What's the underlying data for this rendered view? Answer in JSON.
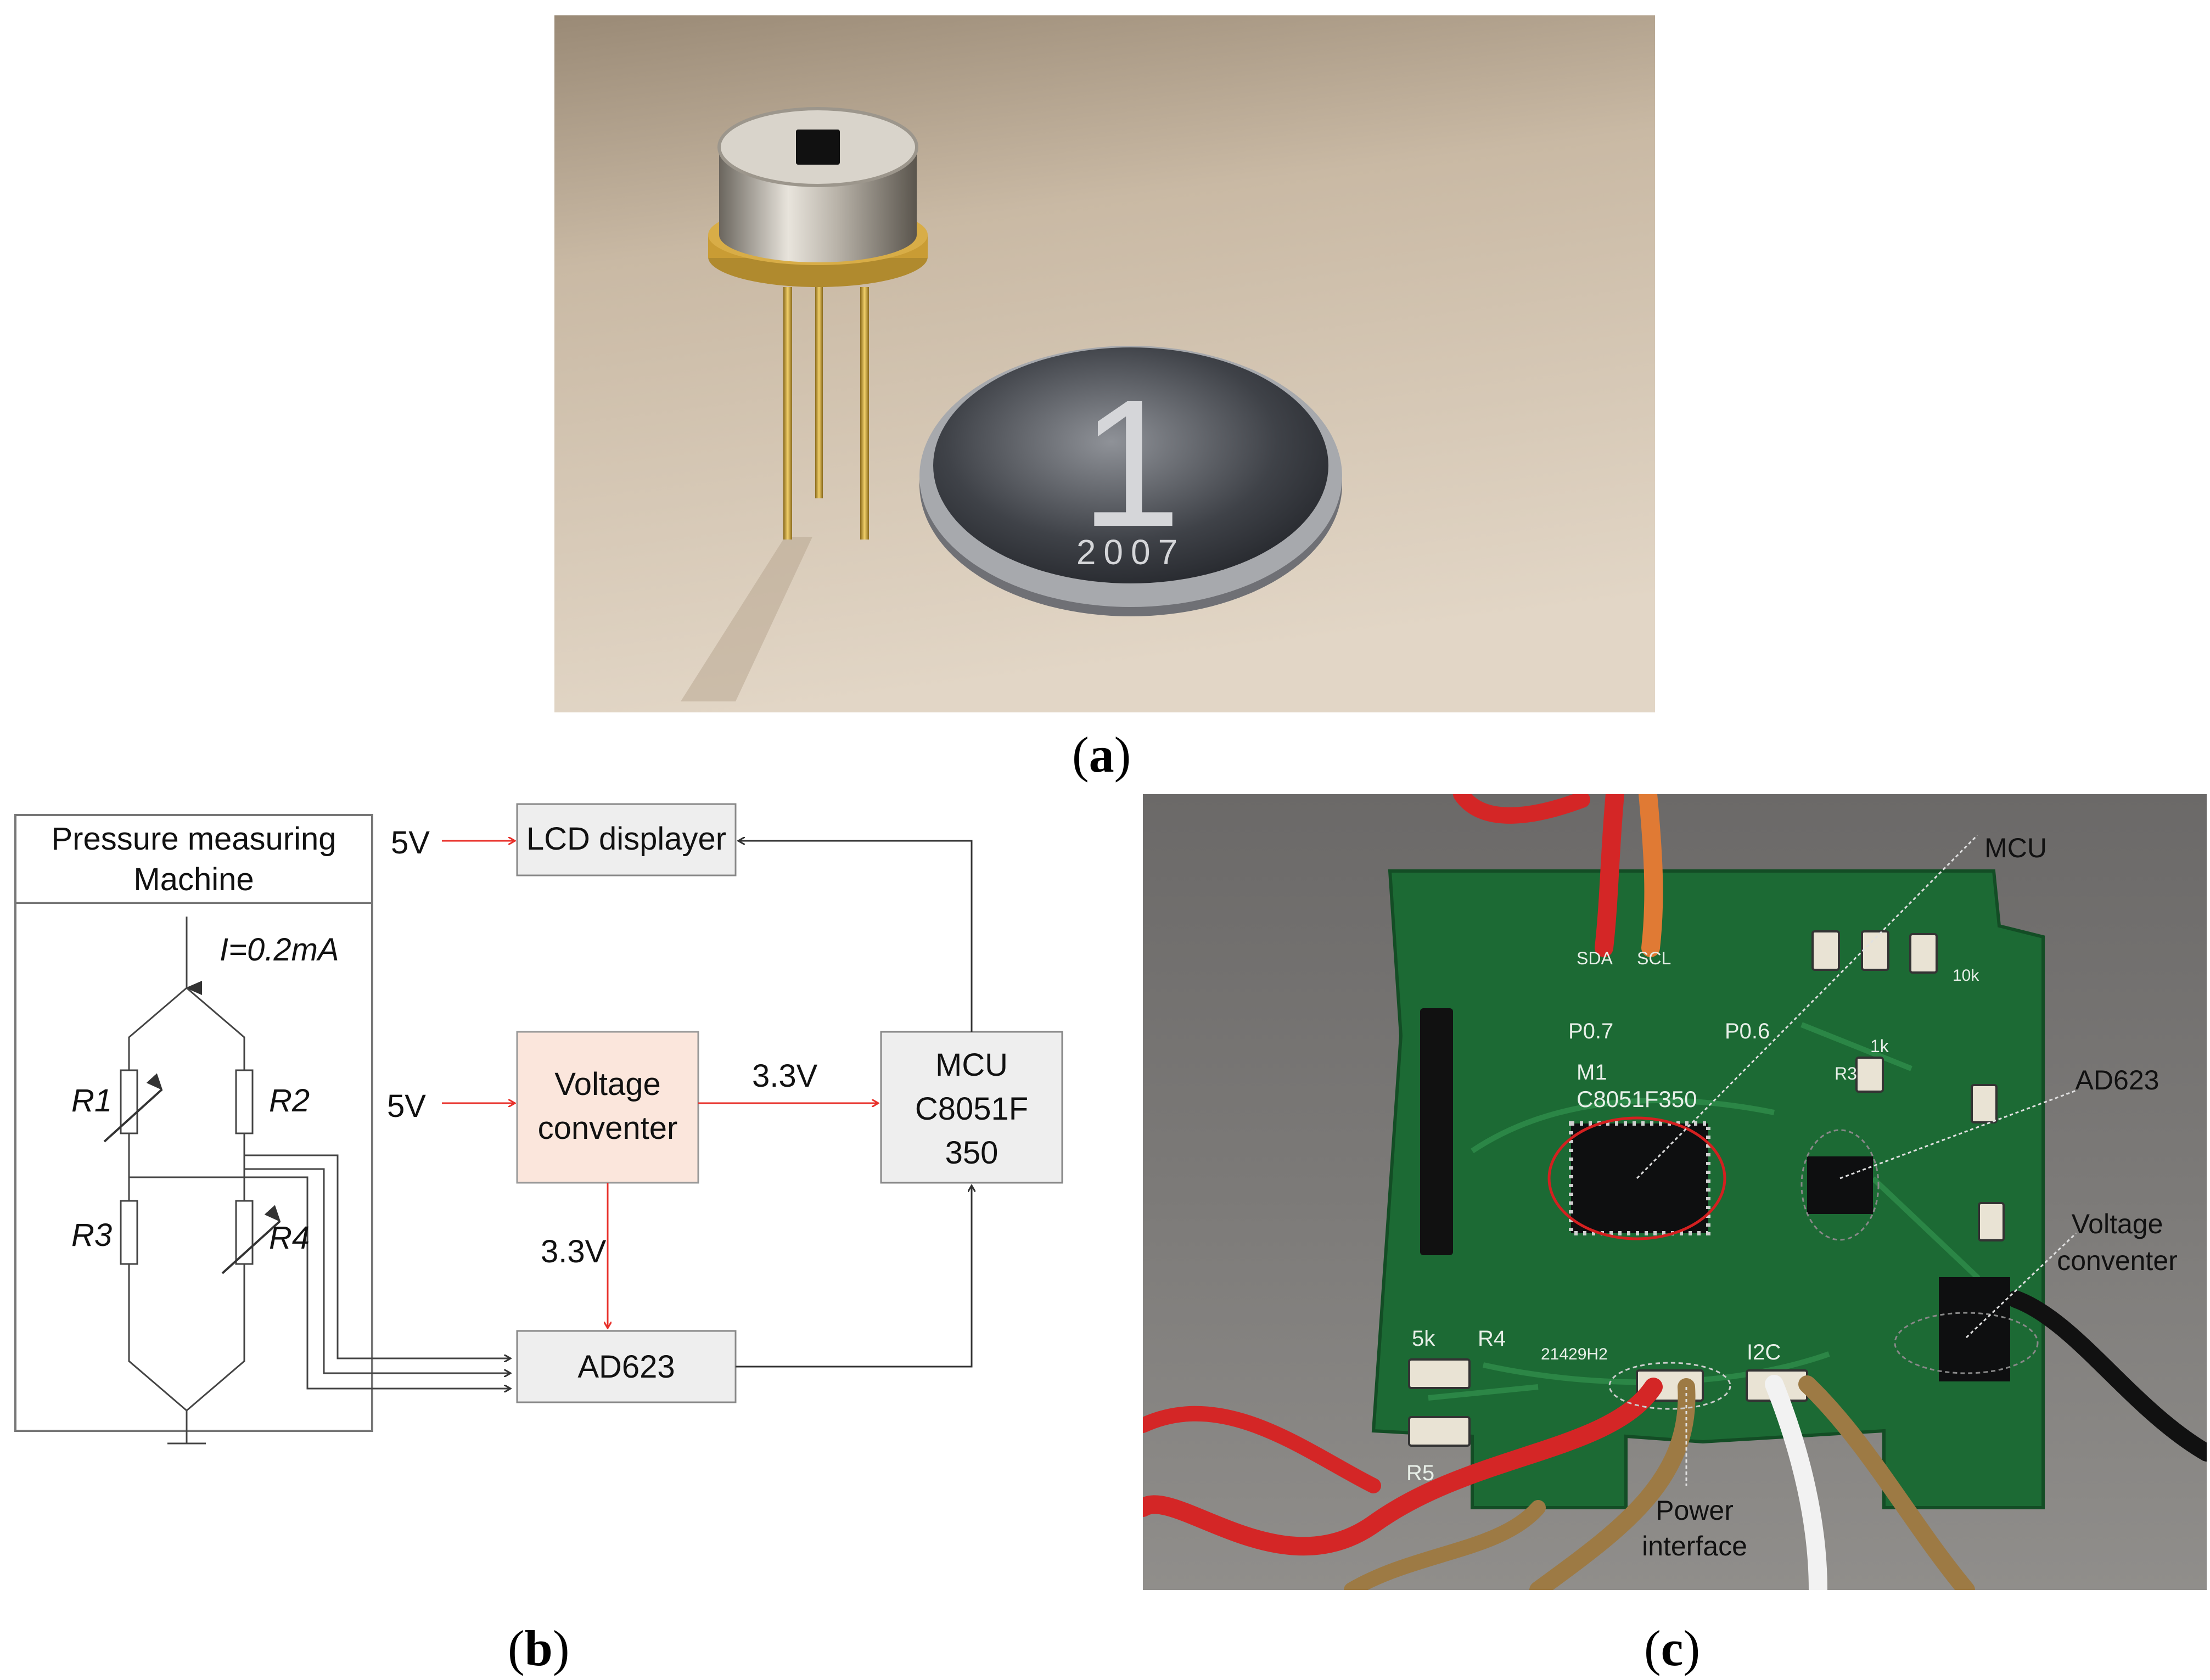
{
  "panels": {
    "a": {
      "label": "a"
    },
    "b": {
      "label": "b"
    },
    "c": {
      "label": "c"
    }
  },
  "photo_a": {
    "coin_numeral": "1",
    "coin_year": "2007"
  },
  "diagram_b": {
    "machine_title_line1": "Pressure measuring",
    "machine_title_line2": "Machine",
    "current_label": "I=0.2mA",
    "resistors": [
      "R1",
      "R2",
      "R3",
      "R4"
    ],
    "lcd_label": "LCD displayer",
    "voltage_conv_line1": "Voltage",
    "voltage_conv_line2": "conventer",
    "mcu_line1": "MCU",
    "mcu_line2": "C8051F",
    "mcu_line3": "350",
    "ad623_label": "AD623",
    "v5_lcd": "5V",
    "v5_conv": "5V",
    "v33_mcu": "3.3V",
    "v33_ad": "3.3V",
    "colors": {
      "power_line": "#e8302a",
      "signal_line": "#333333",
      "conv_fill": "#fbe6dc",
      "box_fill": "#eeeeee"
    }
  },
  "photo_c": {
    "callout_mcu": "MCU",
    "callout_ad623": "AD623",
    "callout_vc_line1": "Voltage",
    "callout_vc_line2": "conventer",
    "callout_power_line1": "Power",
    "callout_power_line2": "interface",
    "silk_chip": "C8051F350",
    "silk_m1": "M1",
    "silk_p07": "P0.7",
    "silk_p06": "P0.6",
    "silk_1k": "1k",
    "silk_5k": "5k",
    "silk_r4": "R4",
    "silk_r5": "R5",
    "silk_i2c": "I2C",
    "silk_r3": "R3",
    "silk_10k": "10k",
    "silk_code": "21429H2",
    "silk_sda": "SDA",
    "silk_scl": "SCL"
  }
}
